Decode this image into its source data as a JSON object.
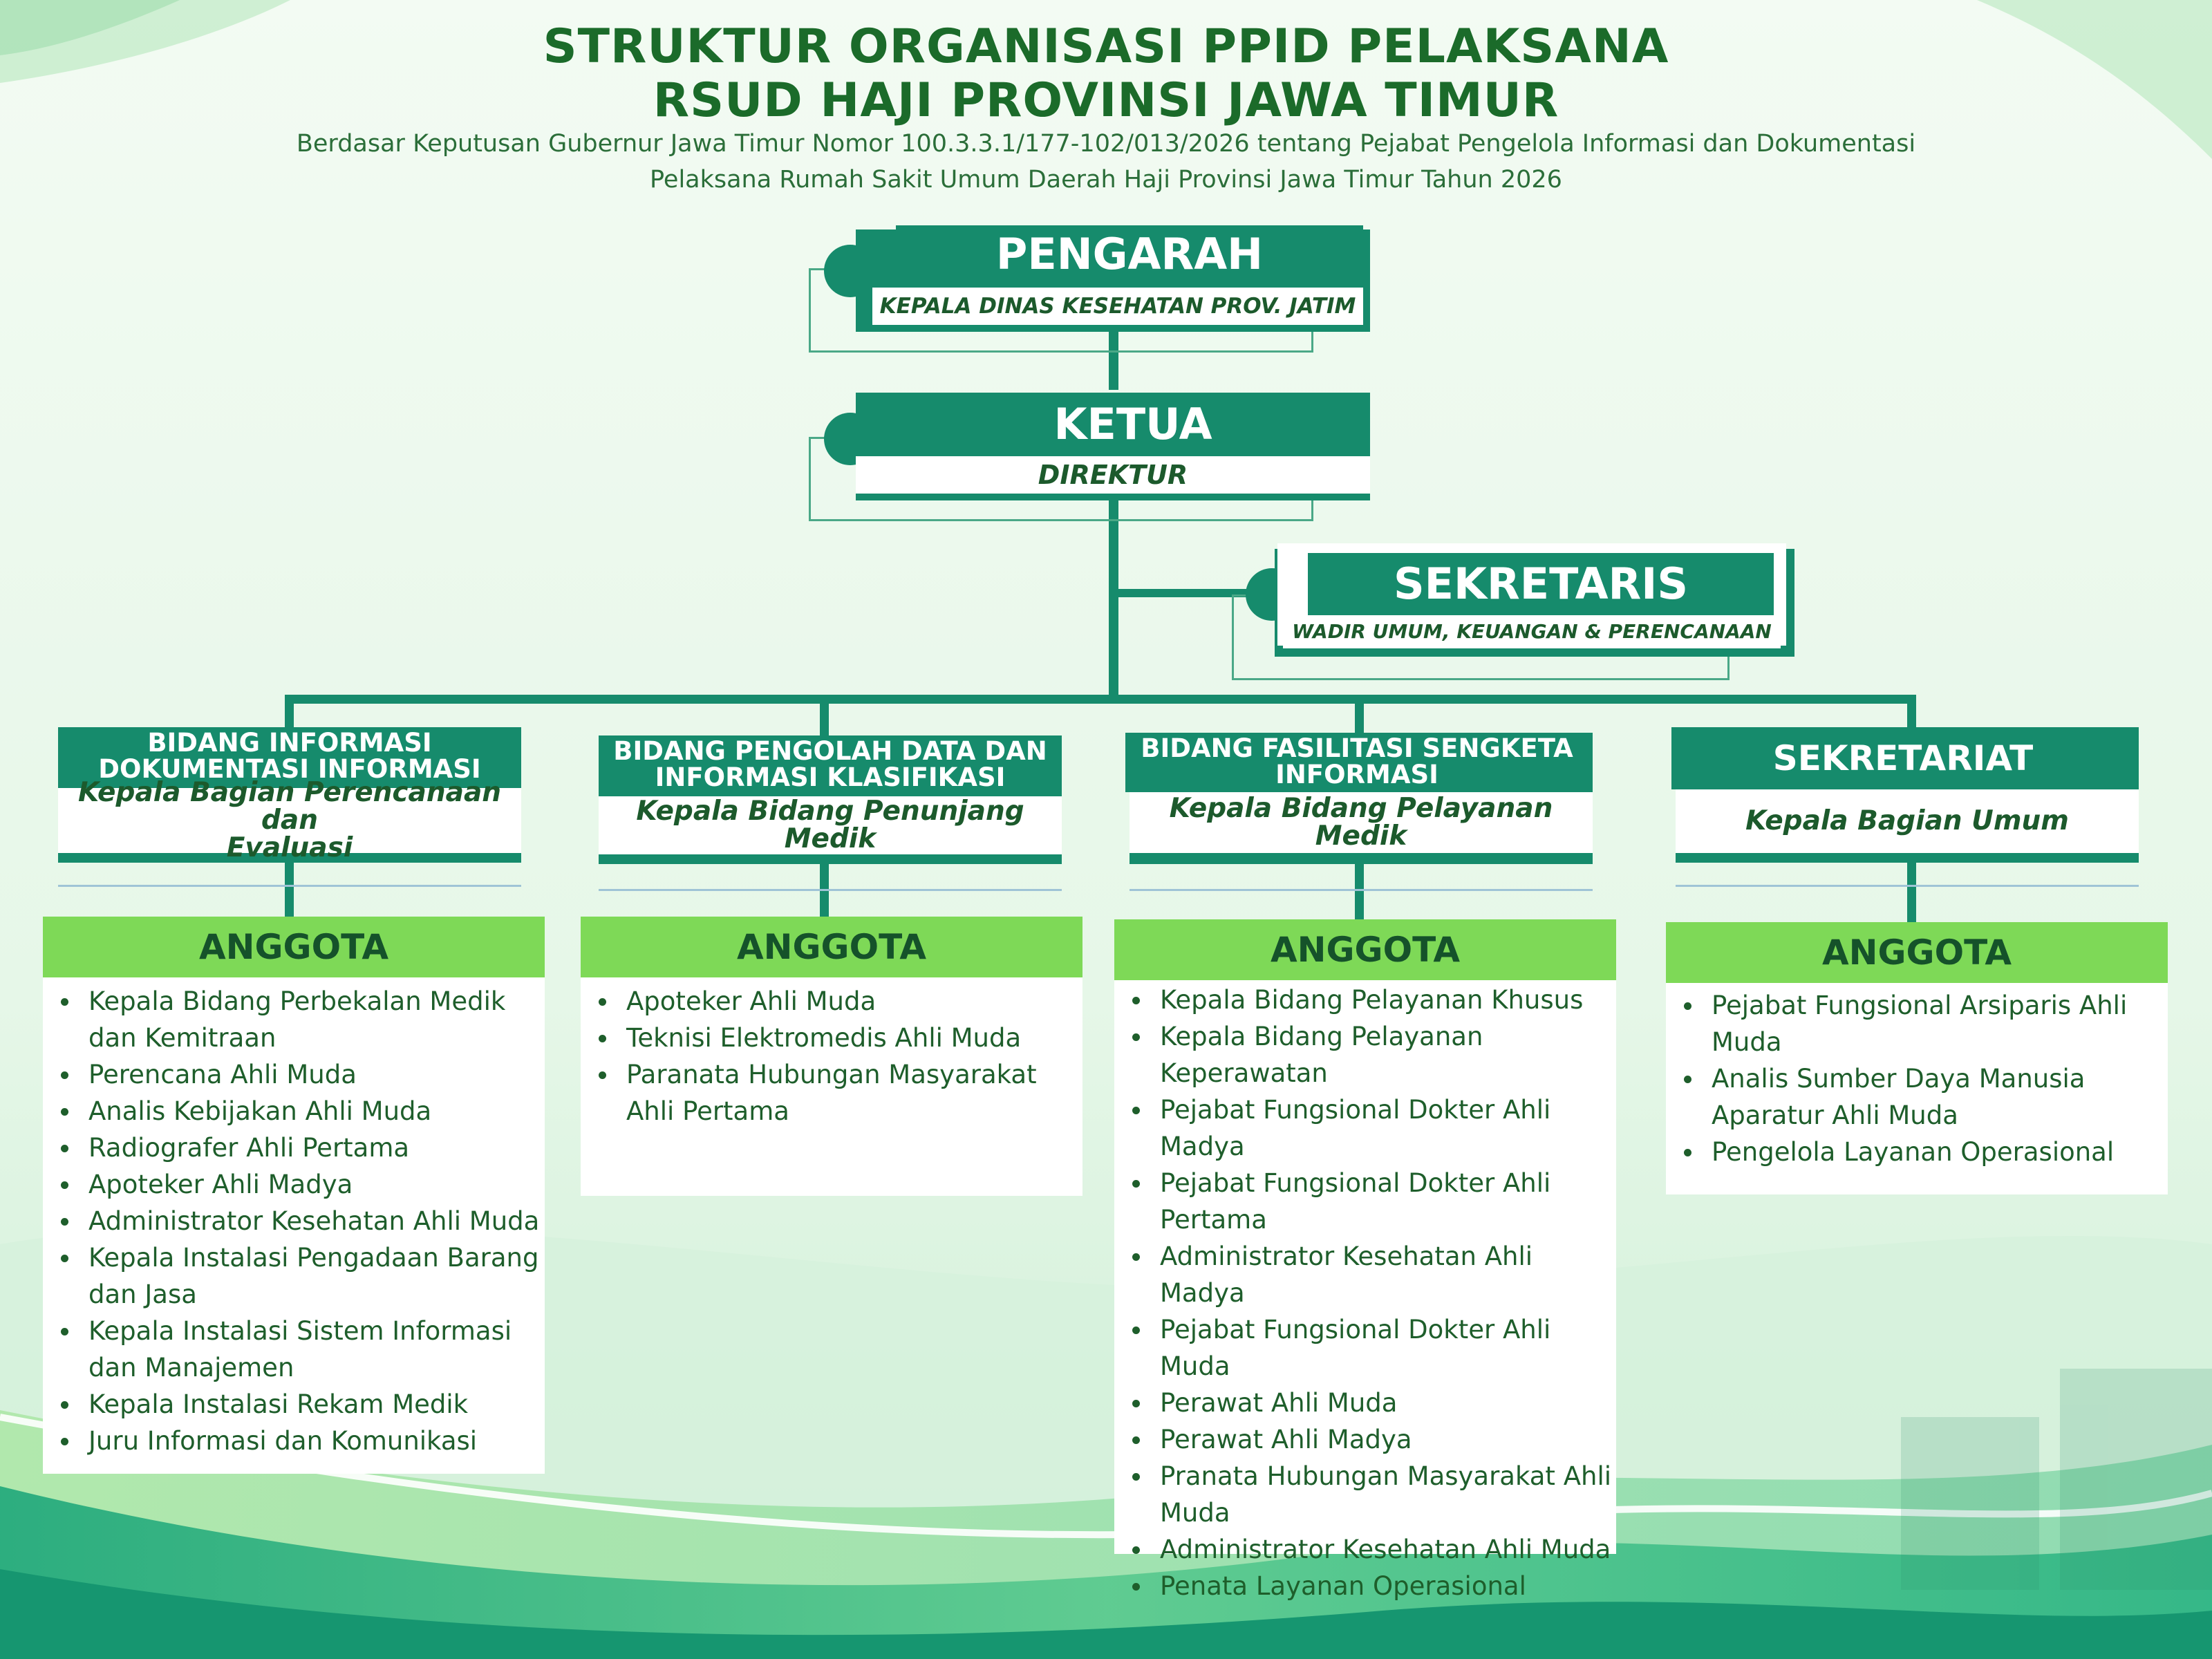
{
  "header": {
    "title_line1": "STRUKTUR ORGANISASI PPID PELAKSANA",
    "title_line2": "RSUD HAJI PROVINSI JAWA TIMUR",
    "subtitle_line1": "Berdasar Keputusan Gubernur Jawa Timur Nomor 100.3.3.1/177-102/013/2026 tentang Pejabat Pengelola Informasi dan Dokumentasi",
    "subtitle_line2": "Pelaksana Rumah Sakit Umum Daerah Haji Provinsi Jawa Timur Tahun 2026"
  },
  "colors": {
    "teal": "#168b6c",
    "light_green": "#7ed957",
    "dark_green_text": "#1b6b2a"
  },
  "pengarah": {
    "title": "PENGARAH",
    "subtitle": "KEPALA DINAS KESEHATAN PROV. JATIM"
  },
  "ketua": {
    "title": "KETUA",
    "subtitle": "DIREKTUR"
  },
  "sekretaris": {
    "title": "SEKRETARIS",
    "subtitle": "WADIR UMUM, KEUANGAN & PERENCANAAN"
  },
  "bidang": [
    {
      "title_line1": "BIDANG INFORMASI",
      "title_line2": "DOKUMENTASI INFORMASI",
      "subtitle_line1": "Kepala Bagian Perencanaan dan",
      "subtitle_line2": "Evaluasi",
      "anggota_label": "ANGGOTA",
      "anggota": [
        "Kepala Bidang Perbekalan Medik dan Kemitraan",
        "Perencana Ahli Muda",
        "Analis Kebijakan Ahli Muda",
        "Radiografer Ahli Pertama",
        "Apoteker Ahli Madya",
        "Administrator Kesehatan Ahli Muda",
        "Kepala Instalasi Pengadaan Barang dan Jasa",
        "Kepala Instalasi Sistem Informasi dan Manajemen",
        "Kepala Instalasi Rekam Medik",
        "Juru Informasi dan Komunikasi"
      ]
    },
    {
      "title_line1": "BIDANG PENGOLAH DATA DAN",
      "title_line2": "INFORMASI KLASIFIKASI",
      "subtitle_line1": "Kepala Bidang Penunjang Medik",
      "subtitle_line2": "",
      "anggota_label": "ANGGOTA",
      "anggota": [
        "Apoteker Ahli Muda",
        "Teknisi Elektromedis Ahli Muda",
        "Paranata Hubungan Masyarakat Ahli Pertama"
      ]
    },
    {
      "title_line1": "BIDANG FASILITASI SENGKETA",
      "title_line2": "INFORMASI",
      "subtitle_line1": "Kepala Bidang Pelayanan Medik",
      "subtitle_line2": "",
      "anggota_label": "ANGGOTA",
      "anggota": [
        "Kepala Bidang Pelayanan Khusus",
        "Kepala Bidang Pelayanan Keperawatan",
        "Pejabat Fungsional Dokter Ahli Madya",
        "Pejabat Fungsional Dokter Ahli Pertama",
        "Administrator Kesehatan Ahli Madya",
        "Pejabat Fungsional Dokter Ahli Muda",
        "Perawat Ahli Muda",
        "Perawat Ahli Madya",
        "Pranata Hubungan Masyarakat Ahli Muda",
        "Administrator Kesehatan Ahli Muda",
        "Penata Layanan Operasional"
      ]
    },
    {
      "title_line1": "SEKRETARIAT",
      "title_line2": "",
      "subtitle_line1": "Kepala Bagian Umum",
      "subtitle_line2": "",
      "anggota_label": "ANGGOTA",
      "anggota": [
        "Pejabat Fungsional Arsiparis Ahli Muda",
        "Analis Sumber Daya Manusia Aparatur Ahli Muda",
        "Pengelola Layanan Operasional"
      ]
    }
  ]
}
